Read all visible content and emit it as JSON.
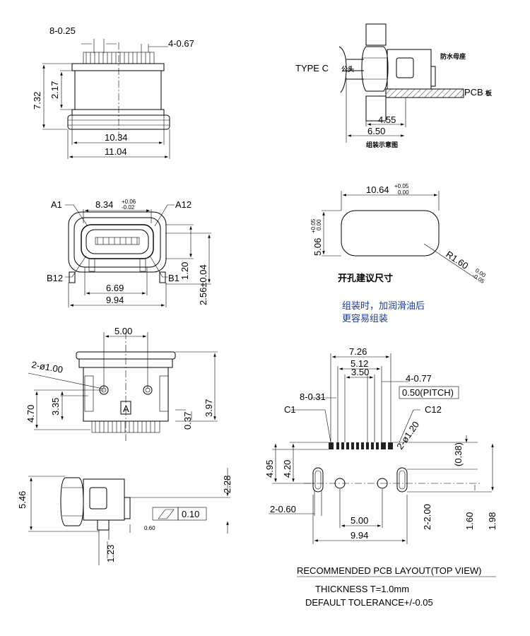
{
  "front_view": {
    "pin_width": "8-0.25",
    "pin_pitch": "4-0.67",
    "height_total": "7.32",
    "height_shell": "2.17",
    "width_inner": "10.34",
    "width_outer": "11.04"
  },
  "side_assembly": {
    "type_c": "TYPE C",
    "male_label": "公头",
    "receptacle_label": "防水母座",
    "pcb_label": "PCB",
    "pcb_suffix": "板",
    "dim_inner": "4.55",
    "dim_outer": "6.50",
    "caption": "组装示意图"
  },
  "mating_face": {
    "pin_a1": "A1",
    "pin_a12": "A12",
    "pin_b12": "B12",
    "pin_b1": "B1",
    "opening_width": "8.34",
    "opening_tol_upper": "+0.06",
    "opening_tol_lower": "-0.02",
    "dim_h1": "1.20",
    "dim_h2": "2.56±0.04",
    "dim_w1": "6.69",
    "dim_w2": "9.94"
  },
  "panel_cutout": {
    "width": "10.64",
    "width_tol_upper": "+0.05",
    "width_tol_lower": "0.00",
    "height": "5.06",
    "height_tol_upper": "+0.05",
    "height_tol_lower": "0.00",
    "radius": "R1.60",
    "radius_tol_upper": "0.00",
    "radius_tol_lower": "-0.05",
    "caption": "开孔建议尺寸",
    "note_line1": "组装时，加润滑油后",
    "note_line2": "更容易组装"
  },
  "top_view": {
    "post_spacing": "5.00",
    "post_dia": "2-ø1.00",
    "dim_470": "4.70",
    "dim_335": "3.35",
    "dim_037": "0.37",
    "dim_397": "3.97",
    "mark": "A"
  },
  "side_view": {
    "height": "5.46",
    "dim_228": "2.28",
    "flatness": "0.10",
    "dim_060": "0.60",
    "dim_123": "1.23"
  },
  "pcb_layout": {
    "w726": "7.26",
    "w512": "5.12",
    "w350": "3.50",
    "pad_width": "4-0.77",
    "pitch": "0.50(PITCH)",
    "pin_width": "8-0.31",
    "c1": "C1",
    "c12": "C12",
    "hole_dia": "2-ø1.20",
    "h495": "4.95",
    "h420": "4.20",
    "h038": "(0.38)",
    "slot_w": "2-0.60",
    "s500": "5.00",
    "slot_l": "2-2.00",
    "h160": "1.60",
    "h198": "1.98",
    "w994": "9.94"
  },
  "notes": {
    "title": "RECOMMENDED PCB LAYOUT(TOP VIEW)",
    "thickness": "THICKNESS T=1.0mm",
    "tolerance": "DEFAULT TOLERANCE+/-0.05"
  }
}
